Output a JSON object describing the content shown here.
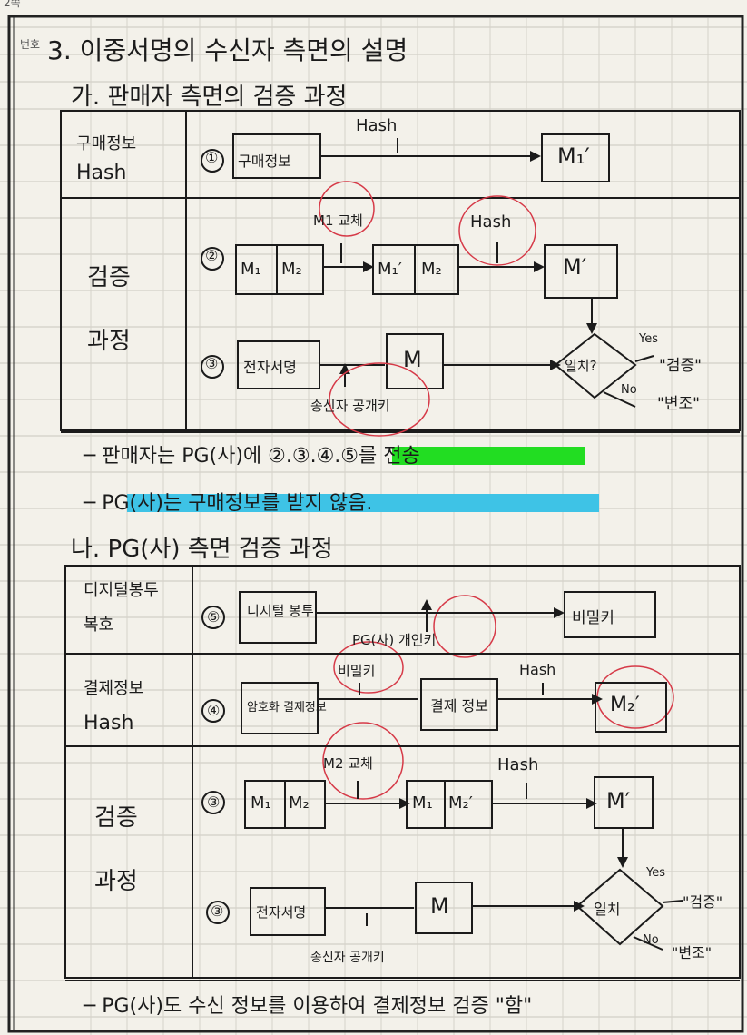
{
  "page": {
    "corner_label": "2쪽",
    "number_label": "번호"
  },
  "heading": {
    "main": "3. 이중서명의 수신자 측면의 설명"
  },
  "section1": {
    "heading": "가. 판매자 측면의 검증 과정",
    "rows": [
      {
        "label_line1": "구매정보",
        "label_line2": "Hash",
        "number": "①",
        "box1": "구매정보",
        "arrow_label": "Hash",
        "box2": "M₁′"
      },
      {
        "label_line1": "검증",
        "label_line2": "과정",
        "number": "②",
        "box1_left": "M₁",
        "box1_right": "M₂",
        "arrow1_label": "M1 교체",
        "box2_left": "M₁′",
        "box2_right": "M₂",
        "arrow2_label": "Hash",
        "box3": "M′"
      },
      {
        "number": "③",
        "box1": "전자서명",
        "arrow_label": "송신자 공개키",
        "box2": "M",
        "decision": "일치?",
        "yes": "Yes",
        "yes_result": "\"검증\"",
        "no": "No",
        "no_result": "\"변조\""
      }
    ],
    "note1": "─  판매자는 PG(사)에 ②.③.④.⑤를 전송",
    "note2": "─  PG(사)는 구매정보를 받지 않음."
  },
  "section2": {
    "heading": "나. PG(사) 측면 검증 과정",
    "rows": [
      {
        "label_line1": "디지털봉투",
        "label_line2": "복호",
        "number": "⑤",
        "box1": "디지털 봉투",
        "arrow_label": "PG(사) 개인키",
        "box2": "비밀키"
      },
      {
        "label_line1": "결제정보",
        "label_line2": "Hash",
        "number": "④",
        "box1": "암호화 결제정보",
        "arrow1_label": "비밀키",
        "box2": "결제 정보",
        "arrow2_label": "Hash",
        "box3": "M₂′"
      },
      {
        "label_line1": "검증",
        "label_line2": "과정",
        "number": "③",
        "box1_left": "M₁",
        "box1_right": "M₂",
        "arrow1_label": "M2 교체",
        "box2_left": "M₁",
        "box2_right": "M₂′",
        "arrow2_label": "Hash",
        "box3": "M′"
      },
      {
        "number": "③",
        "box1": "전자서명",
        "arrow_label": "송신자 공개키",
        "box2": "M",
        "decision": "일치",
        "yes": "Yes",
        "yes_result": "\"검증\"",
        "no": "No",
        "no_result": "\"변조\""
      }
    ],
    "note": "─  PG(사)도 수신 정보를 이용하여 결제정보 검증 \"함\""
  },
  "colors": {
    "highlight_green": "#22dd22",
    "highlight_blue": "#3ec3e6",
    "annotation_red": "#d63a48"
  }
}
